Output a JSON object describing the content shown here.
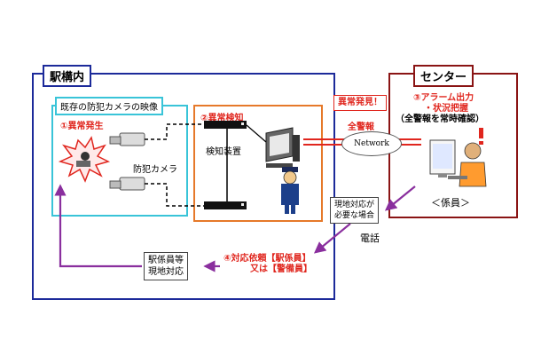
{
  "station": {
    "label": "駅構内",
    "camera_area_label": "既存の防犯カメラの映像",
    "step1": "①異常発生",
    "camera_label": "防犯カメラ",
    "step2": "②異常検知",
    "detector_label": "検知装置"
  },
  "center": {
    "label": "センター",
    "step3_line1": "③アラーム出力",
    "step3_line2": "・状況把握",
    "monitor_note": "（全警報を常時確認）",
    "staff_label": "＜係員＞"
  },
  "links": {
    "alarm_found": "異常発見！",
    "all_alarms": "全警報",
    "network": "Network",
    "field_needed_line1": "現地対応が",
    "field_needed_line2": "必要な場合",
    "phone": "電話",
    "step4_line1": "④対応依頼【駅係員】",
    "step4_line2": "又は【警備員】",
    "staff_onsite_line1": "駅係員等",
    "staff_onsite_line2": "現地対応"
  },
  "colors": {
    "station_border": "#1c2a9a",
    "center_border": "#8a1414",
    "camera_border": "#39c4d8",
    "detect_border": "#e6792a",
    "accent_red": "#e0261e",
    "arrow_purple": "#8a2f9e"
  }
}
